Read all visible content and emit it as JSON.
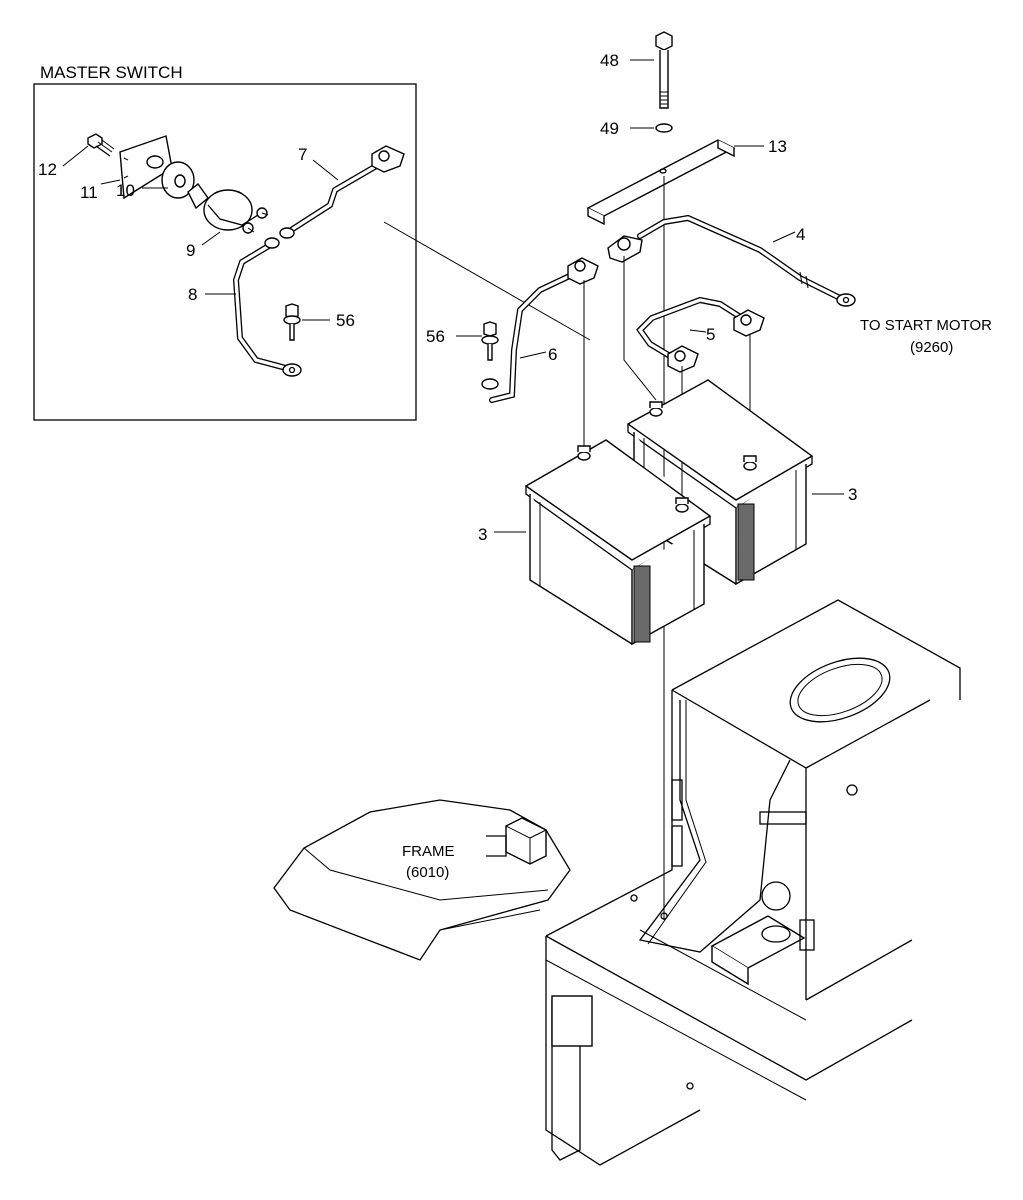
{
  "master_switch": {
    "title": "MASTER SWITCH"
  },
  "callouts": {
    "c12": "12",
    "c11": "11",
    "c10": "10",
    "c9": "9",
    "c8": "8",
    "c7": "7",
    "c56a": "56",
    "c56b": "56",
    "c48": "48",
    "c49": "49",
    "c13": "13",
    "c4": "4",
    "c5": "5",
    "c6": "6",
    "c3a": "3",
    "c3b": "3"
  },
  "notes": {
    "start_motor_line1": "TO START MOTOR",
    "start_motor_line2": "(9260)",
    "frame_line1": "FRAME",
    "frame_line2": "(6010)"
  }
}
